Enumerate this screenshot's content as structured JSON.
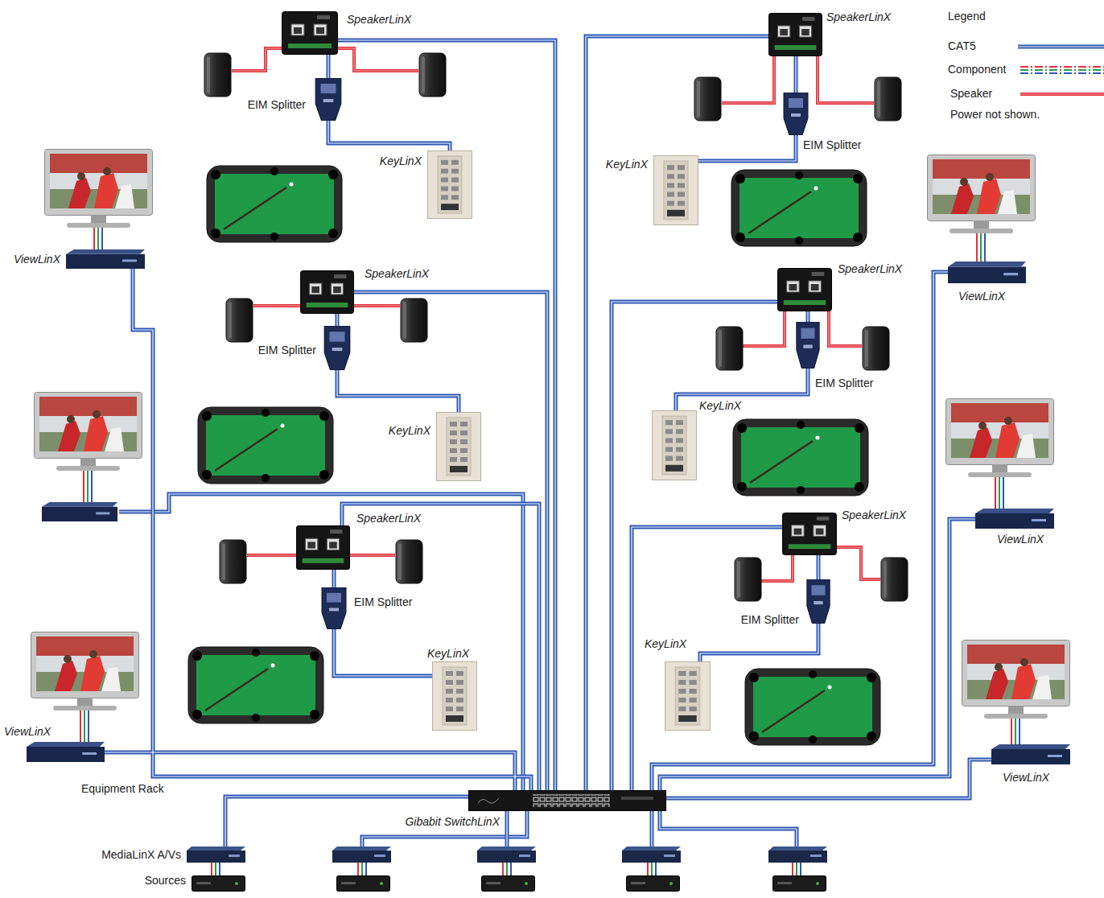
{
  "diagram": {
    "nodes": [
      {
        "text": [
          "SpeakerLinX"
        ]
      },
      {
        "text": [
          "EIM Splitter"
        ]
      },
      {
        "text": [
          "KeyLinX"
        ]
      },
      {
        "text": [
          "SpeakerLinX"
        ]
      },
      {
        "text": [
          "EIM Splitter"
        ]
      },
      {
        "text": [
          "KeyLinX"
        ]
      },
      {
        "text": [
          "ViewLinX"
        ]
      },
      {
        "text": [
          "ViewLinX"
        ]
      },
      {
        "text": [
          "SpeakerLinX"
        ]
      },
      {
        "text": [
          "EIM Splitter"
        ]
      },
      {
        "text": [
          "KeyLinX"
        ]
      },
      {
        "text": [
          "SpeakerLinX"
        ]
      },
      {
        "text": [
          "EIM Splitter"
        ]
      },
      {
        "text": [
          "KeyLinX"
        ]
      },
      {
        "text": [
          "ViewLinX"
        ]
      },
      {
        "text": [
          "SpeakerLinX"
        ]
      },
      {
        "text": [
          "EIM Splitter"
        ]
      },
      {
        "text": [
          "KeyLinX"
        ]
      },
      {
        "text": [
          "SpeakerLinX"
        ]
      },
      {
        "text": [
          "EIM Splitter"
        ]
      },
      {
        "text": [
          "KeyLinX"
        ]
      },
      {
        "text": [
          "ViewLinX"
        ]
      },
      {
        "text": [
          "ViewLinX"
        ]
      },
      {
        "text": [
          "Gibabit SwitchLinX"
        ]
      },
      {
        "text": [
          "MediaLinX A/Vs"
        ]
      },
      {
        "text": [
          "Sources"
        ]
      }
    ],
    "edges": [
      {
        "from": 0,
        "to": 1,
        "arrow": "none"
      },
      {
        "from": 1,
        "to": 2,
        "arrow": "none"
      },
      {
        "from": 0,
        "to": 23,
        "arrow": "none"
      },
      {
        "from": 3,
        "to": 4,
        "arrow": "none"
      },
      {
        "from": 4,
        "to": 5,
        "arrow": "none"
      },
      {
        "from": 3,
        "to": 23,
        "arrow": "none"
      },
      {
        "from": 6,
        "to": 23,
        "arrow": "none"
      },
      {
        "from": 7,
        "to": 23,
        "arrow": "none"
      },
      {
        "from": 8,
        "to": 9,
        "arrow": "none"
      },
      {
        "from": 9,
        "to": 10,
        "arrow": "none"
      },
      {
        "from": 8,
        "to": 23,
        "arrow": "none"
      },
      {
        "from": 11,
        "to": 12,
        "arrow": "none"
      },
      {
        "from": 12,
        "to": 13,
        "arrow": "none"
      },
      {
        "from": 11,
        "to": 23,
        "arrow": "none"
      },
      {
        "from": 14,
        "to": 23,
        "arrow": "none"
      },
      {
        "from": 15,
        "to": 16,
        "arrow": "none"
      },
      {
        "from": 16,
        "to": 17,
        "arrow": "none"
      },
      {
        "from": 15,
        "to": 23,
        "arrow": "none"
      },
      {
        "from": 18,
        "to": 19,
        "arrow": "none"
      },
      {
        "from": 19,
        "to": 20,
        "arrow": "none"
      },
      {
        "from": 18,
        "to": 23,
        "arrow": "none"
      },
      {
        "from": 21,
        "to": 23,
        "arrow": "none"
      },
      {
        "from": 22,
        "to": 23,
        "arrow": "none"
      },
      {
        "from": 24,
        "to": 23,
        "arrow": "none"
      },
      {
        "from": 24,
        "to": 25,
        "arrow": "none"
      }
    ],
    "labels": [
      "Legend",
      "Power not shown.",
      "Equipment Rack"
    ],
    "legend": [
      {
        "text": "CAT5"
      },
      {
        "text": "Component"
      },
      {
        "text": "Speaker"
      }
    ]
  }
}
